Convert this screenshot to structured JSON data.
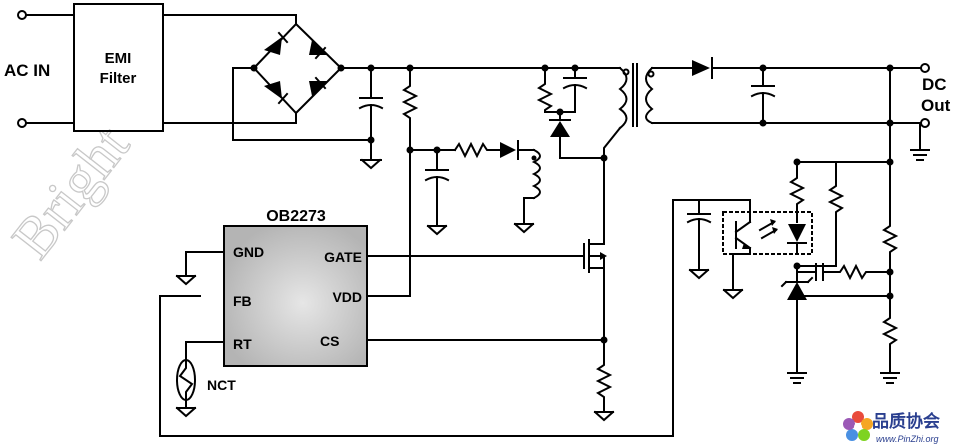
{
  "labels": {
    "ac_in": "AC IN",
    "emi_line1": "EMI",
    "emi_line2": "Filter",
    "dc_line1": "DC",
    "dc_line2": "Out",
    "chip_name": "OB2273",
    "pin_gnd": "GND",
    "pin_gate": "GATE",
    "pin_fb": "FB",
    "pin_vdd": "VDD",
    "pin_rt": "RT",
    "pin_cs": "CS",
    "nct": "NCT"
  },
  "watermark": "Bright",
  "logo": {
    "name": "品质协会",
    "url": "www.PinZhi.org"
  },
  "colors": {
    "wire": "#000000",
    "chip_fill": "#c0c0c0",
    "watermark": "#c8c8c8",
    "logo_text": "#2a3f8f"
  }
}
